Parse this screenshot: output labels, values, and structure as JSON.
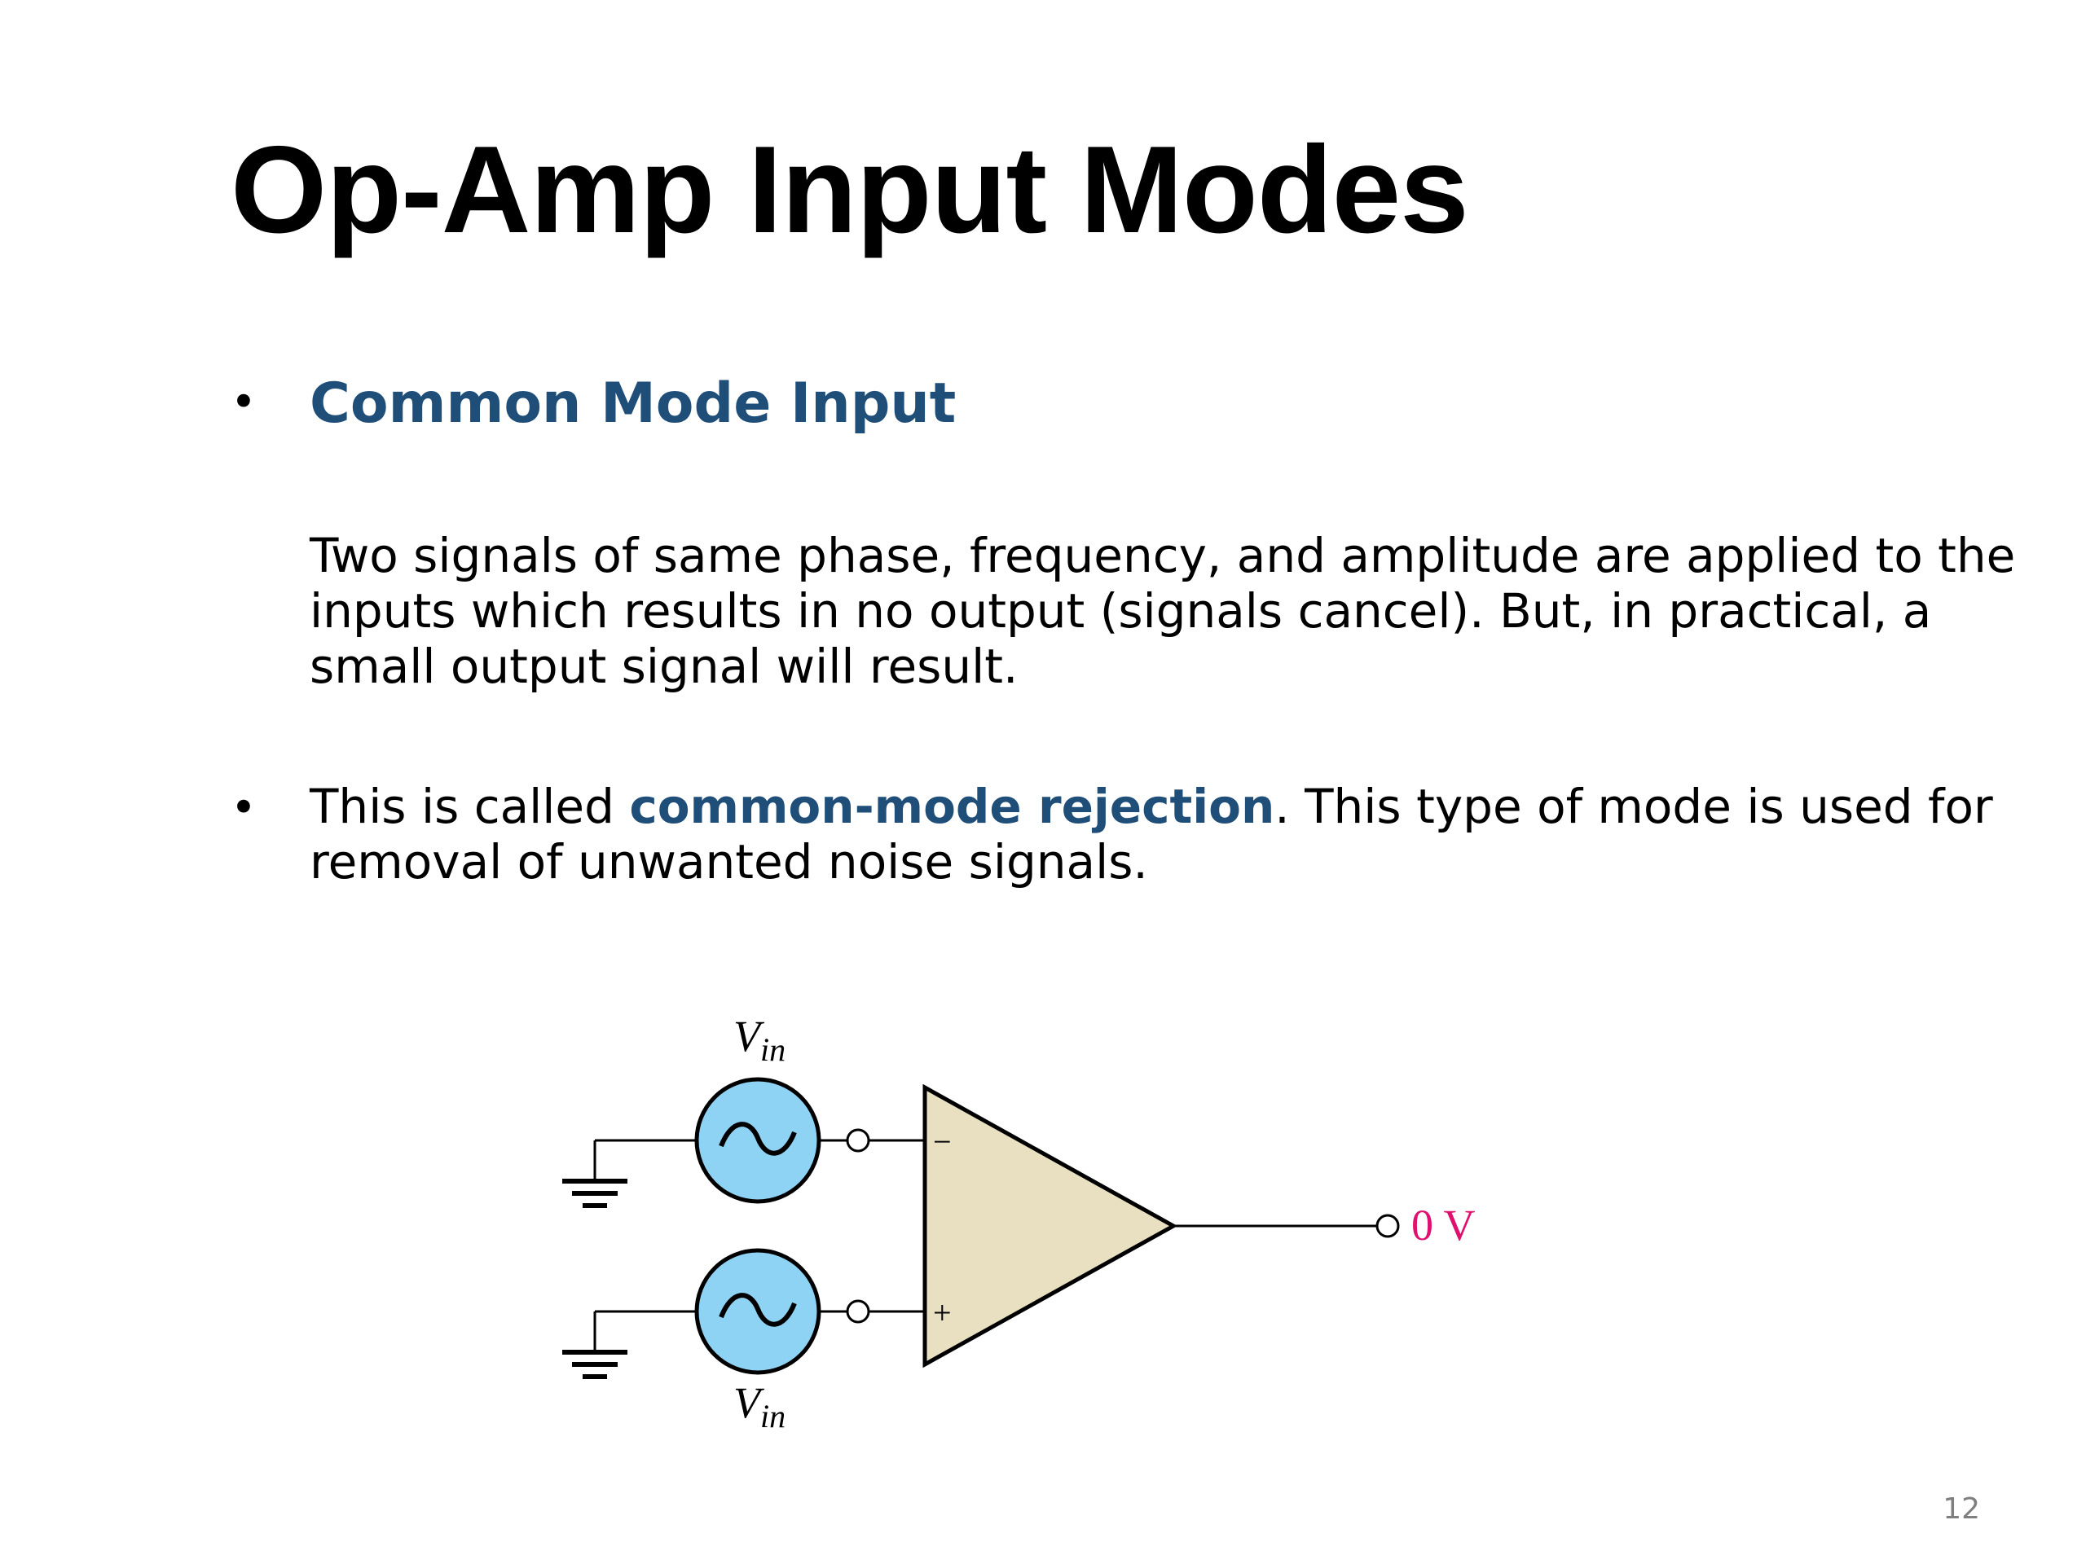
{
  "slide": {
    "title": "Op-Amp Input Modes",
    "bullet_symbol": "•",
    "heading": "Common Mode Input",
    "paragraph": "Two signals of same phase, frequency, and amplitude are applied to the inputs which results in no output (signals cancel). But, in practical, a small output signal will result.",
    "bullet2_before": "This is called ",
    "bullet2_highlight": "common-mode rejection",
    "bullet2_after": ". This type of mode is used for removal of unwanted noise signals.",
    "page_number": "12"
  },
  "circuit": {
    "vin_top_main": "V",
    "vin_top_sub": "in",
    "vin_bottom_main": "V",
    "vin_bottom_sub": "in",
    "minus_sign": "−",
    "plus_sign": "+",
    "output_label": "0 V"
  },
  "colors": {
    "title": "#000000",
    "heading": "#1f4e79",
    "highlight": "#1f4e79",
    "body_text": "#000000",
    "source_fill": "#8fd3f4",
    "opamp_fill": "#e8e0c0",
    "output_label": "#e0106e",
    "page_number": "#7f7f7f"
  },
  "icons": {
    "source": "ac-voltage-source-icon",
    "ground": "ground-icon",
    "opamp": "op-amp-triangle-icon"
  }
}
